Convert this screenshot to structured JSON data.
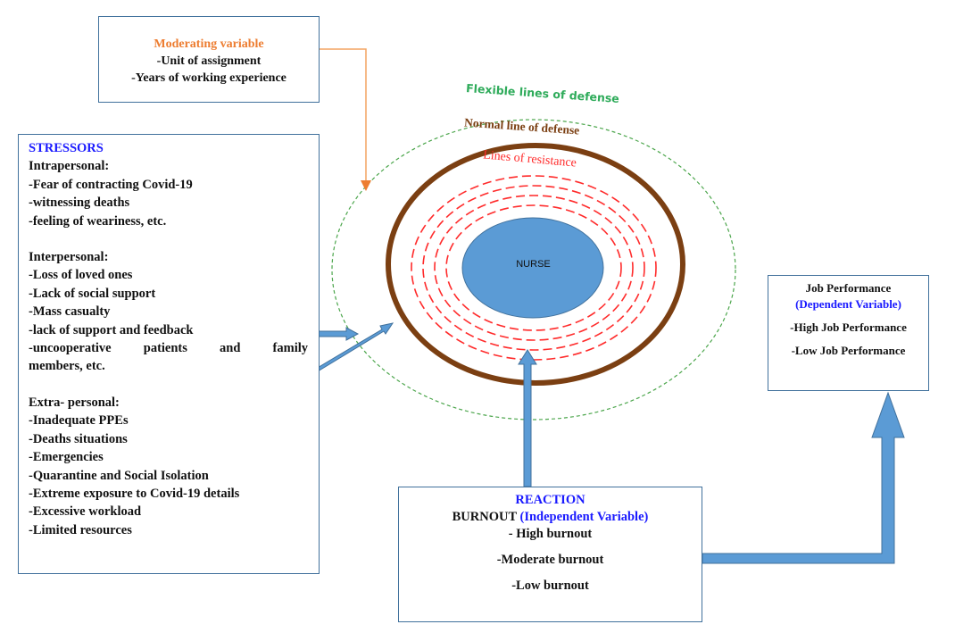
{
  "moderating": {
    "title": "Moderating variable",
    "items": [
      "-Unit of assignment",
      "-Years of working experience"
    ]
  },
  "stressors": {
    "title": "STRESSORS",
    "intrapersonal": {
      "heading": "Intrapersonal:",
      "items": [
        "-Fear of contracting Covid-19",
        "-witnessing deaths",
        "-feeling of weariness, etc."
      ]
    },
    "interpersonal": {
      "heading": "Interpersonal:",
      "items": [
        "-Loss of loved ones",
        "-Lack of social support",
        "-Mass casualty",
        "-lack of support and feedback",
        "-uncooperative patients and family",
        "members, etc."
      ]
    },
    "extrapersonal": {
      "heading": "Extra- personal:",
      "items": [
        "-Inadequate PPEs",
        "-Deaths situations",
        "-Emergencies",
        "-Quarantine and Social Isolation",
        "-Extreme exposure to Covid-19 details",
        "-Excessive workload",
        "-Limited resources"
      ]
    }
  },
  "model": {
    "flexible_label": "Flexible lines of defense",
    "normal_label": "Normal line of defense",
    "resistance_label": "Lines of resistance",
    "core_label": "NURSE"
  },
  "job": {
    "title": "Job Performance",
    "subtitle": "(Dependent Variable)",
    "items": [
      "-High Job Performance",
      "-Low Job Performance"
    ]
  },
  "reaction": {
    "title": "REACTION",
    "burnout": "BURNOUT",
    "subtitle": "(Independent Variable)",
    "items": [
      "- High burnout",
      "-Moderate burnout",
      "-Low burnout"
    ]
  },
  "colors": {
    "flexible": "#4ca64c",
    "normal": "#7b3f12",
    "resistance": "#ff2b2b",
    "nurse": "#5b9bd5",
    "arrow": "#5b9bd5",
    "moderating_arrow": "#f4a460"
  }
}
